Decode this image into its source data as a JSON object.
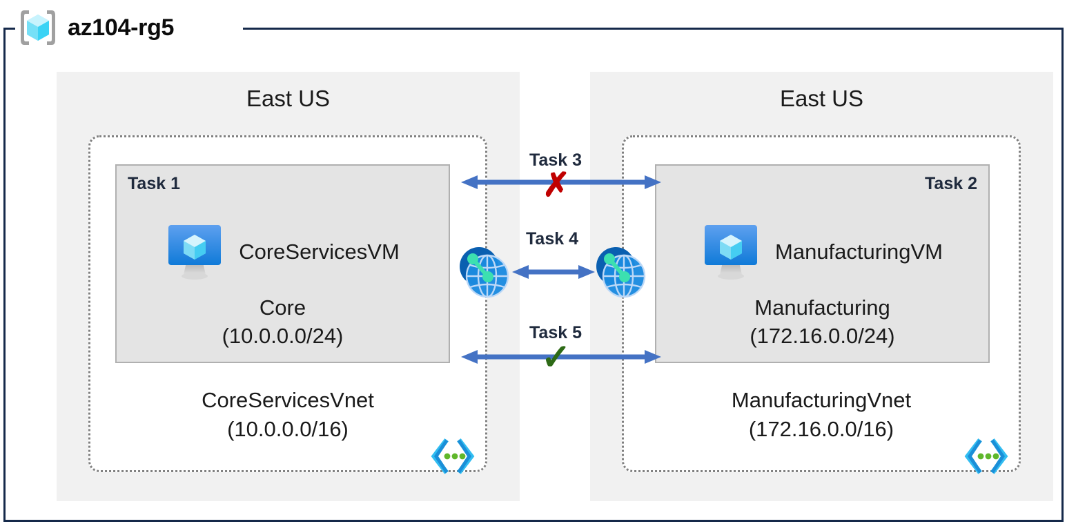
{
  "resource_group": {
    "icon": "azure-resource-group-cube-icon",
    "title": "az104-rg5"
  },
  "regions": [
    {
      "name": "region-left",
      "label": "East US"
    },
    {
      "name": "region-right",
      "label": "East US"
    }
  ],
  "vnets": [
    {
      "name": "CoreServicesVnet",
      "cidr": "(10.0.0.0/16)",
      "icon": "vnet-icon",
      "subnet": {
        "task": "Task 1",
        "vm_icon": "azure-vm-icon",
        "vm_name": "CoreServicesVM",
        "subnet_name": "Core",
        "subnet_cidr": "(10.0.0.0/24)"
      }
    },
    {
      "name": "ManufacturingVnet",
      "cidr": "(172.16.0.0/16)",
      "icon": "vnet-icon",
      "subnet": {
        "task": "Task 2",
        "vm_icon": "azure-vm-icon",
        "vm_name": "ManufacturingVM",
        "subnet_name": "Manufacturing",
        "subnet_cidr": "(172.16.0.0/24)"
      }
    }
  ],
  "peering_icons": [
    {
      "name": "vnet-peering-icon-left"
    },
    {
      "name": "vnet-peering-icon-right"
    }
  ],
  "connectors": [
    {
      "name": "task-3-connector",
      "label": "Task 3",
      "status": "blocked",
      "marker": "✗"
    },
    {
      "name": "task-4-connector",
      "label": "Task 4",
      "status": "peering",
      "marker": ""
    },
    {
      "name": "task-5-connector",
      "label": "Task 5",
      "status": "allowed",
      "marker": "✓"
    }
  ],
  "colors": {
    "frame_border": "#15294a",
    "region_panel": "#f1f1f1",
    "subnet_fill": "#e4e4e4",
    "subnet_border": "#b0b0b0",
    "vnet_border": "#808080",
    "arrow": "#4472c4",
    "blocked": "#c00000",
    "allowed": "#2d6a16",
    "azure_blue": "#0078d4",
    "cube_cyan": "#50e6ff"
  }
}
